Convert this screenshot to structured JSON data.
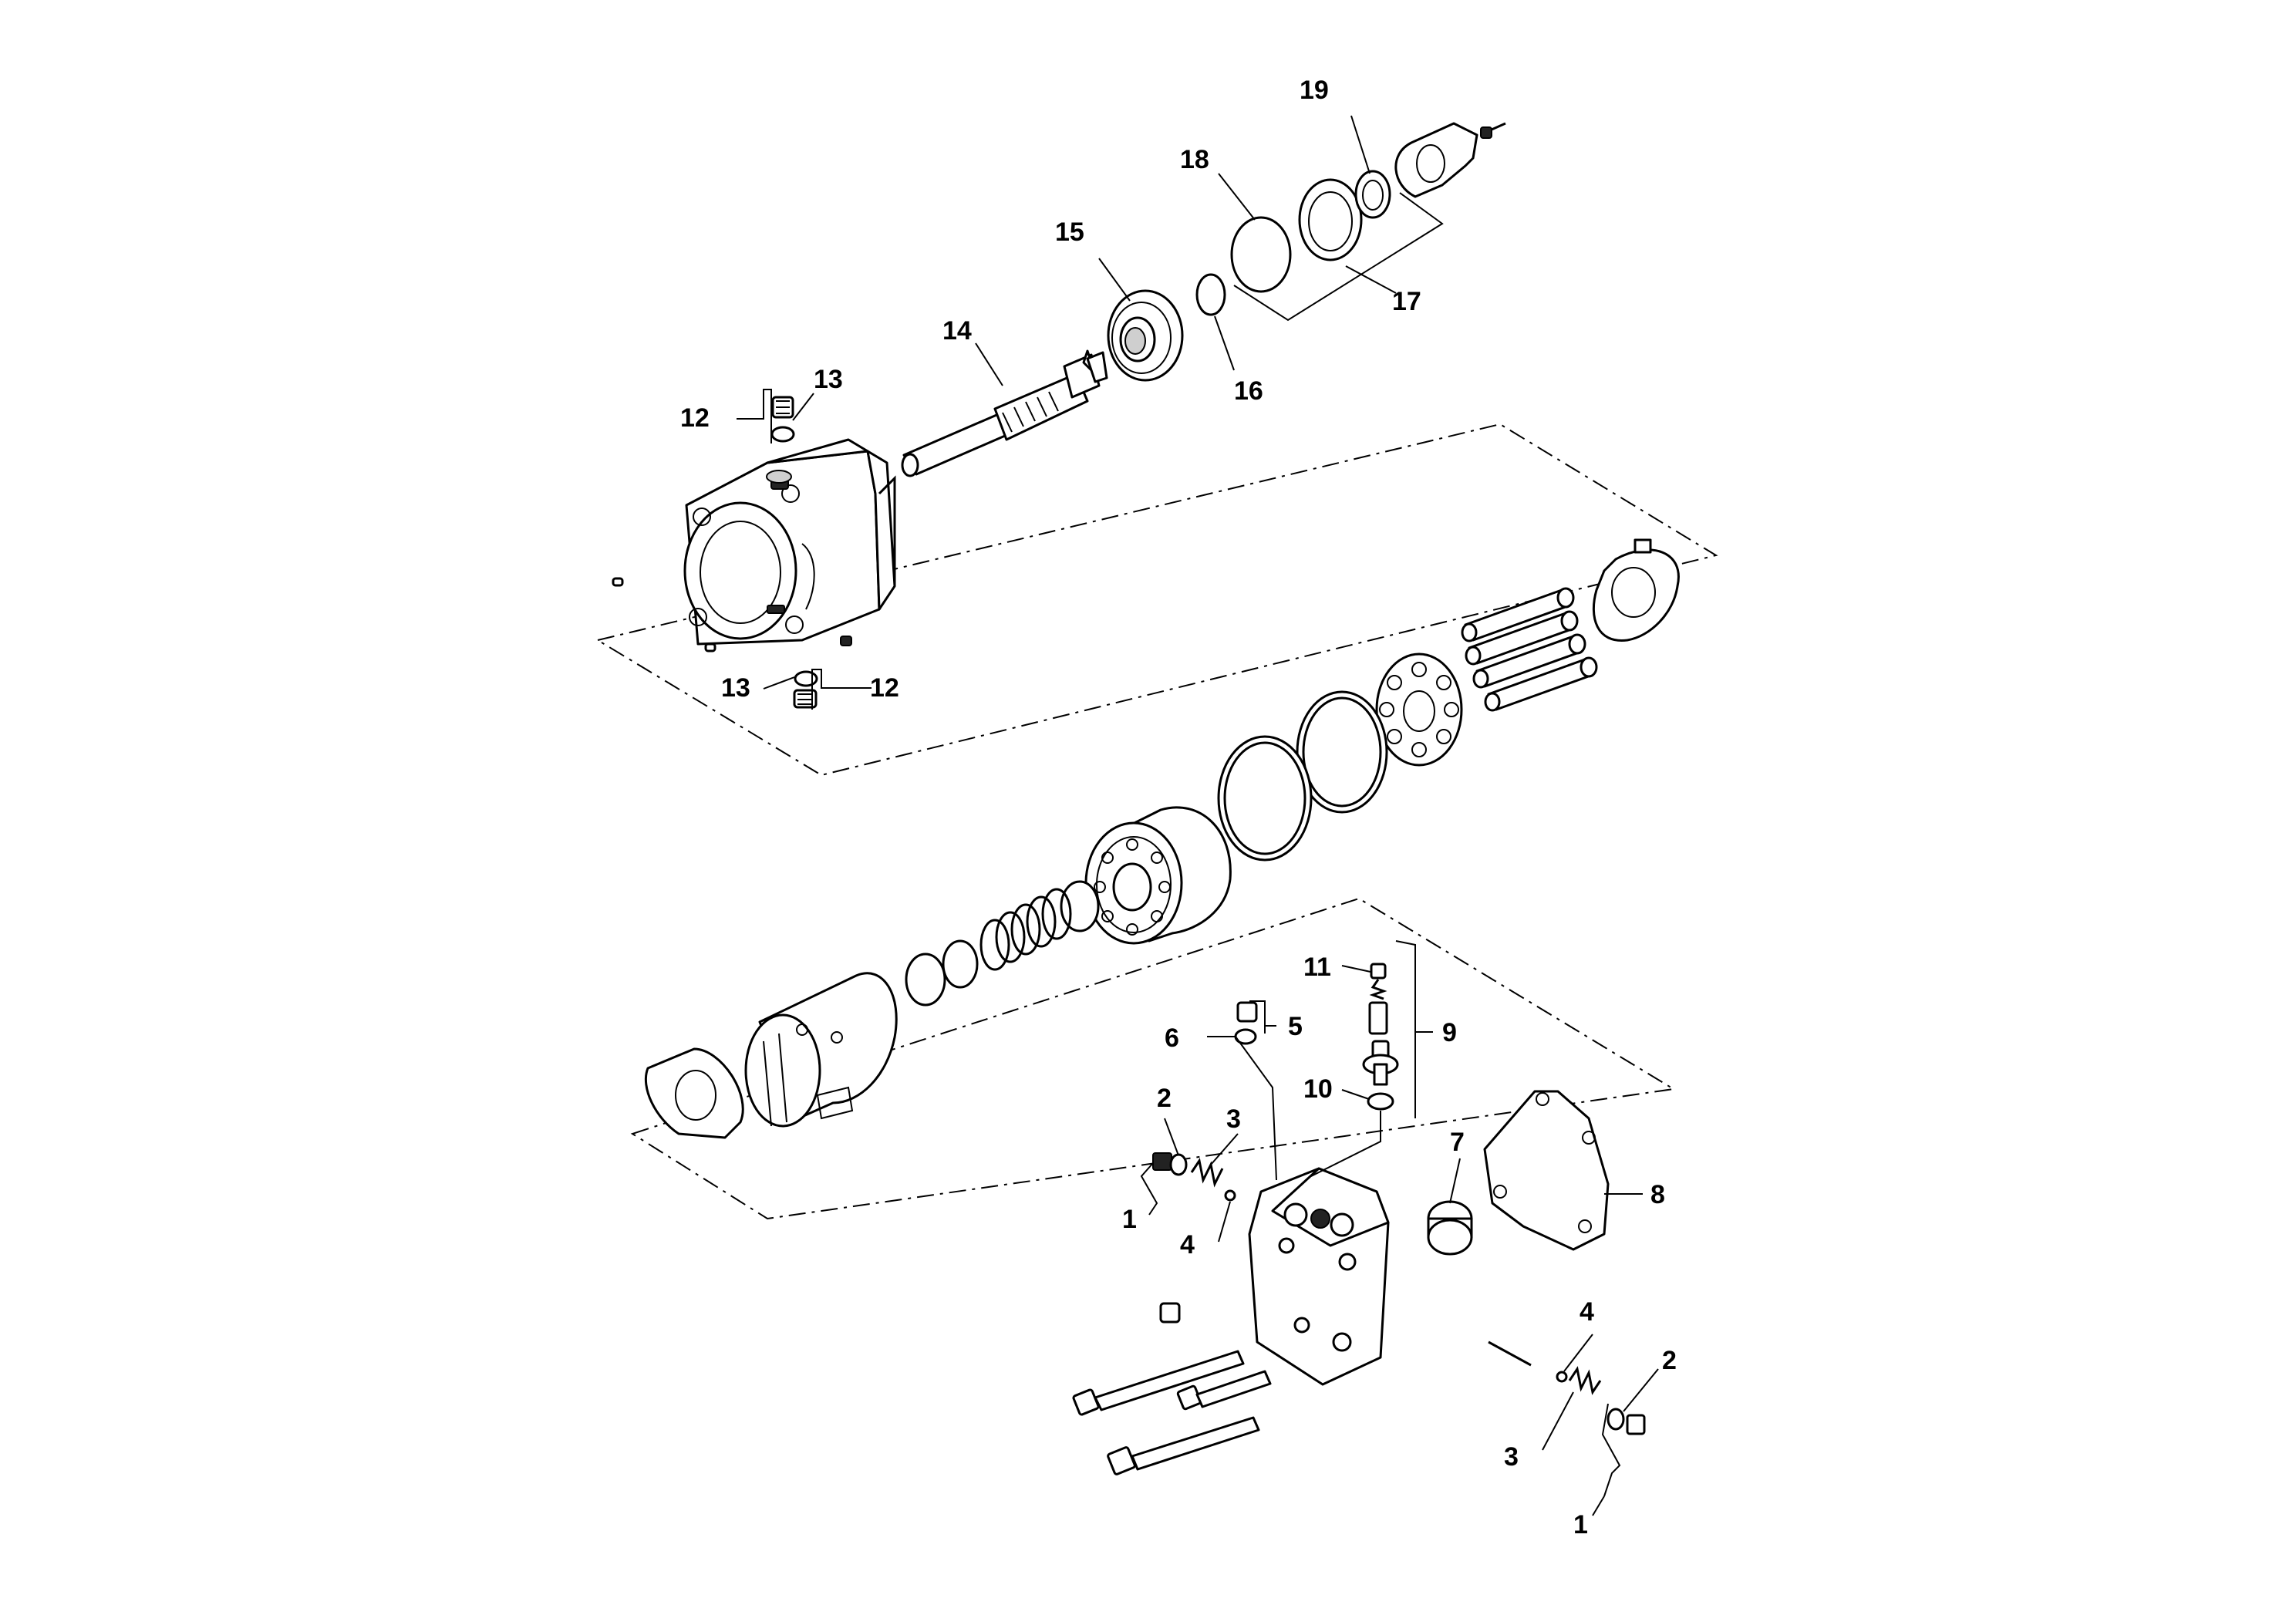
{
  "callouts": {
    "c1a": "1",
    "c1b": "1",
    "c2a": "2",
    "c2b": "2",
    "c3a": "3",
    "c3b": "3",
    "c4a": "4",
    "c4b": "4",
    "c5": "5",
    "c6": "6",
    "c7": "7",
    "c8": "8",
    "c9": "9",
    "c10": "10",
    "c11": "11",
    "c12a": "12",
    "c12b": "12",
    "c13a": "13",
    "c13b": "13",
    "c14": "14",
    "c15": "15",
    "c16": "16",
    "c17": "17",
    "c18": "18",
    "c19": "19"
  }
}
